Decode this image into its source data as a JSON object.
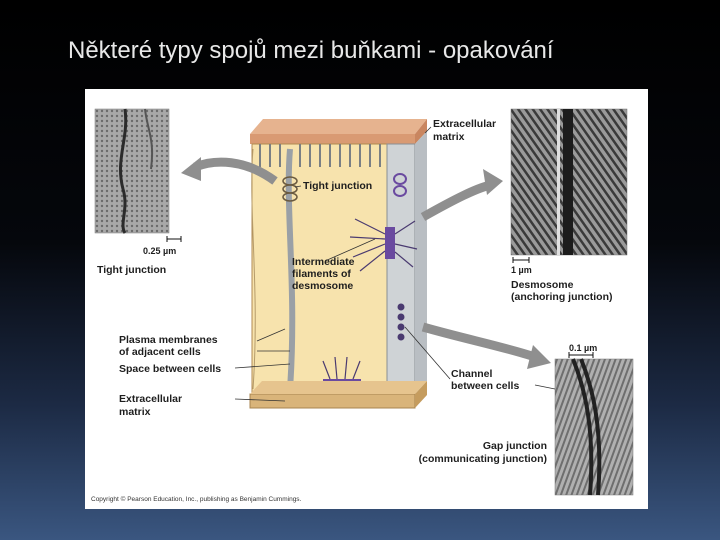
{
  "slide": {
    "title": "Některé typy spojů mezi buňkami - opakování"
  },
  "figure": {
    "labels": {
      "extracellular_matrix_top_1": "Extracellular",
      "extracellular_matrix_top_2": "matrix",
      "tight_junction_arrow": "Tight junction",
      "intermediate_1": "Intermediate",
      "intermediate_2": "filaments of",
      "intermediate_3": "desmosome",
      "plasma_1": "Plasma membranes",
      "plasma_2": "of adjacent cells",
      "space_between": "Space between cells",
      "extracellular_matrix_bottom_1": "Extracellular",
      "extracellular_matrix_bottom_2": "matrix",
      "channel_1": "Channel",
      "channel_2": "between cells",
      "tight_scale": "0.25 µm",
      "tight_caption": "Tight junction",
      "desmo_scale": "1 µm",
      "desmo_caption_1": "Desmosome",
      "desmo_caption_2": "(anchoring junction)",
      "gap_scale": "0.1 µm",
      "gap_caption_1": "Gap junction",
      "gap_caption_2": "(communicating junction)",
      "copyright": "Copyright © Pearson Education, Inc., publishing as Benjamin Cummings."
    },
    "colors": {
      "cell_fill": "#f7e3ad",
      "cell_grey": "#cfd3d6",
      "matrix_top": "#d99a73",
      "matrix_bottom": "#d9b47a",
      "protein_purple": "#6a4aa0",
      "arrow_grey": "#8f8f8f"
    }
  }
}
